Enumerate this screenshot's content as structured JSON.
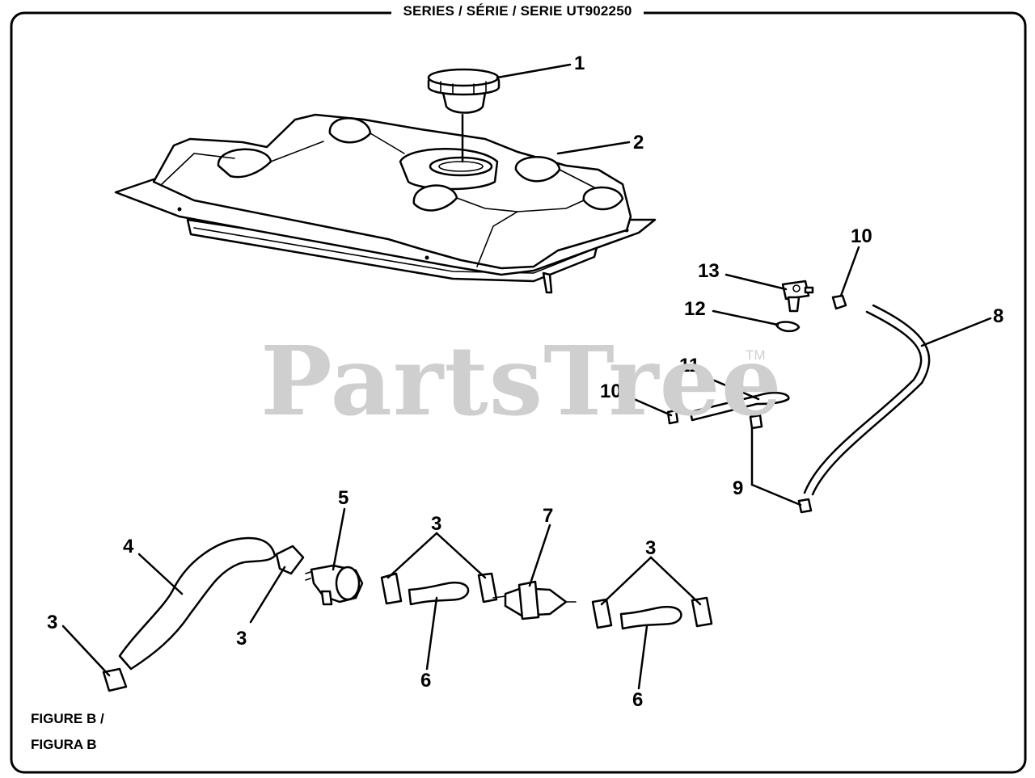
{
  "header": {
    "series_label": "SERIES / SÉRIE / SERIE UT902250"
  },
  "figure": {
    "label_line1": "FIGURE B /",
    "label_line2": "FIGURA B"
  },
  "watermark": {
    "text": "PartsTree",
    "trademark": "TM"
  },
  "callouts": {
    "c1": "1",
    "c2": "2",
    "c3a": "3",
    "c3b": "3",
    "c3c": "3",
    "c3d": "3",
    "c4": "4",
    "c5": "5",
    "c6a": "6",
    "c6b": "6",
    "c7": "7",
    "c8": "8",
    "c9": "9",
    "c10a": "10",
    "c10b": "10",
    "c11": "11",
    "c12": "12",
    "c13": "13"
  },
  "colors": {
    "line": "#000000",
    "background": "#ffffff",
    "watermark": "#cfcfcf"
  }
}
